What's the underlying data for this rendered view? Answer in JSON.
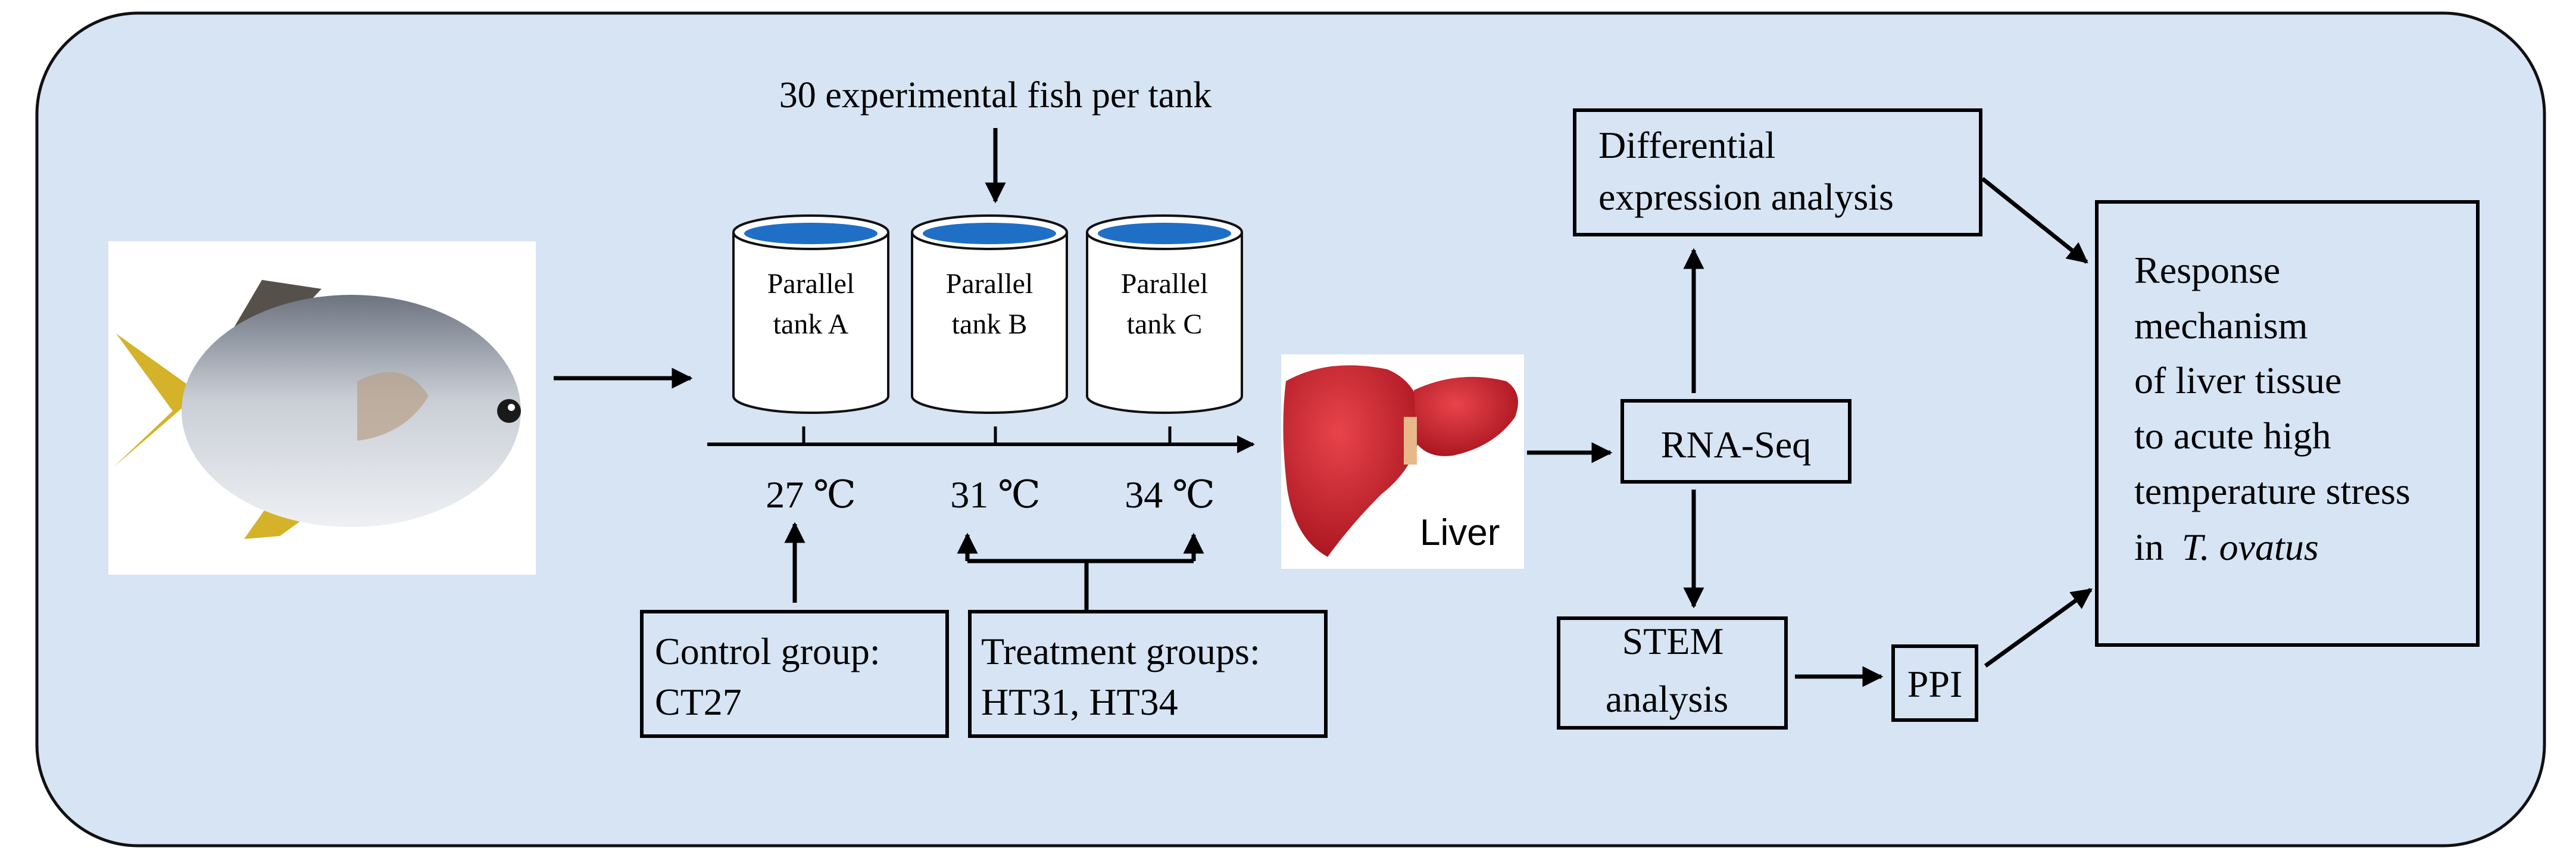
{
  "header_note": "30 experimental fish per tank",
  "tanks": [
    {
      "line1": "Parallel",
      "line2": "tank A",
      "temp": "27 ℃"
    },
    {
      "line1": "Parallel",
      "line2": "tank B",
      "temp": "31 ℃"
    },
    {
      "line1": "Parallel",
      "line2": "tank C",
      "temp": "34 ℃"
    }
  ],
  "control_group": {
    "line1": "Control group:",
    "line2": "CT27"
  },
  "treatment_groups": {
    "line1": "Treatment groups:",
    "line2": "HT31, HT34"
  },
  "liver_label": "Liver",
  "rna_seq": "RNA-Seq",
  "differential": {
    "line1": "Differential",
    "line2": "expression analysis"
  },
  "stem": {
    "line1": "STEM",
    "line2": "analysis"
  },
  "ppi": "PPI",
  "response": {
    "lines": [
      "Response",
      "mechanism",
      "of liver tissue",
      "to acute high",
      "temperature stress"
    ],
    "last_prefix": "in",
    "species": "T. ovatus"
  },
  "colors": {
    "panel_bg": "#d6e4f4",
    "water": "#1f6fc6",
    "liver": "#c8202a",
    "fish_fin": "#d4b22a"
  }
}
